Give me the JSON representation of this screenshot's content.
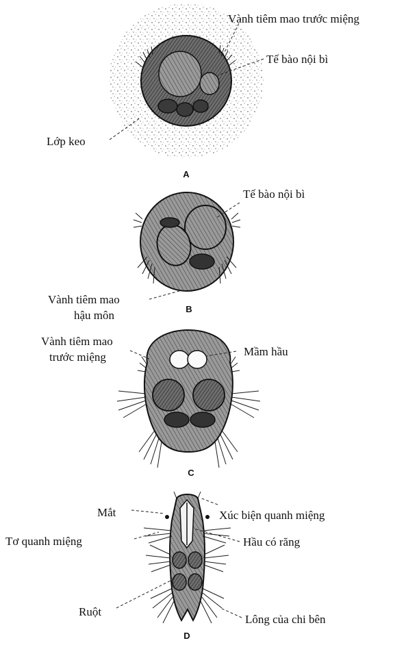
{
  "panels": {
    "A": {
      "letter": "A",
      "labels": {
        "prototroch": "Vành tiêm mao trước miệng",
        "endoderm": "Tế bào nội bì",
        "jelly": "Lớp keo"
      }
    },
    "B": {
      "letter": "B",
      "labels": {
        "endoderm": "Tế bào nội bì",
        "telotroch_line1": "Vành tiêm mao",
        "telotroch_line2": "hậu môn"
      }
    },
    "C": {
      "letter": "C",
      "labels": {
        "prototroch_line1": "Vành tiêm mao",
        "prototroch_line2": "trước miệng",
        "pharynx": "Mầm hầu"
      }
    },
    "D": {
      "letter": "D",
      "labels": {
        "eye": "Mắt",
        "peristomial_cirri": "Xúc biện quanh miệng",
        "peristomial_setae": "Tơ quanh miệng",
        "toothed_pharynx": "Hầu có răng",
        "gut": "Ruột",
        "parapodia_setae": "Lông của chi bên"
      }
    }
  },
  "colors": {
    "ink": "#1a1a1a",
    "shade": "#5a5a5a",
    "dark": "#2a2a2a"
  }
}
